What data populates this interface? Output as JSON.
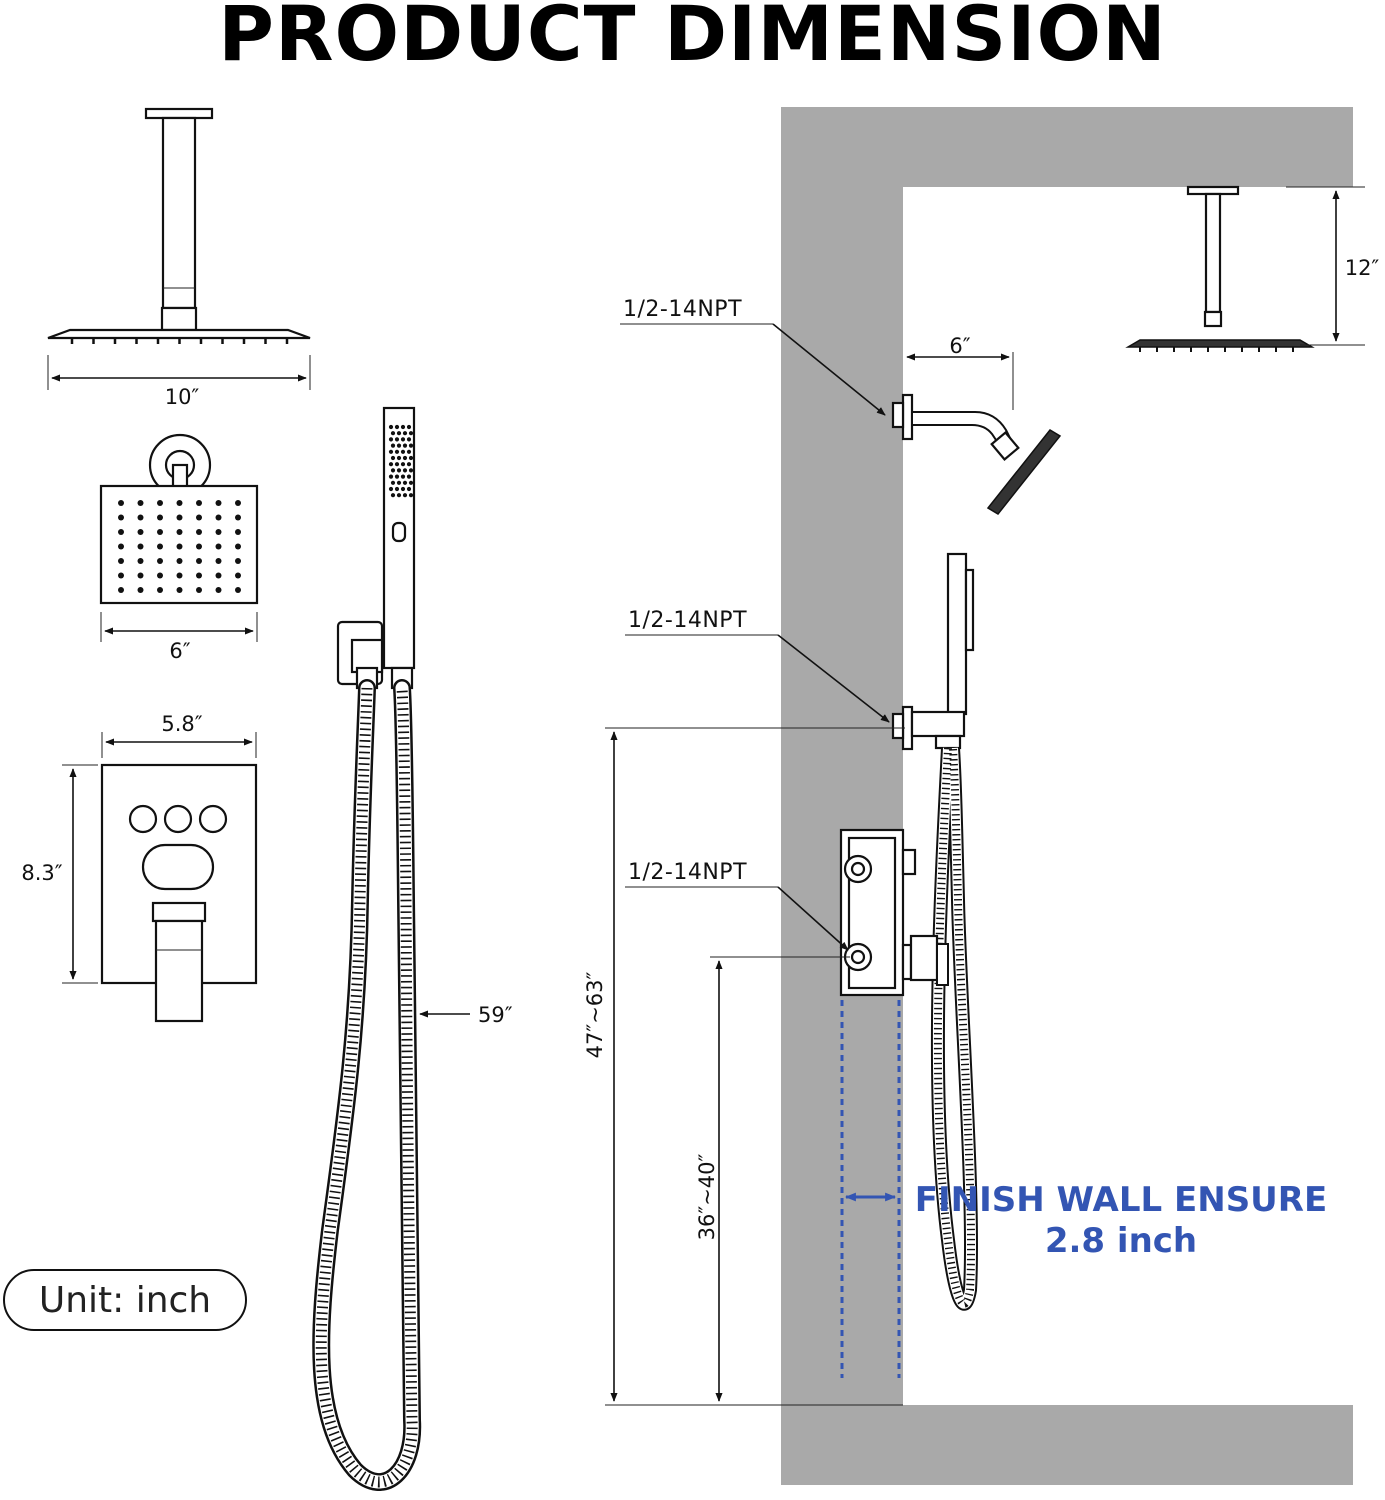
{
  "title": "PRODUCT DIMENSION",
  "colors": {
    "wall": "#a9a9a9",
    "finish_wall_accent": "#3355b3",
    "line": "#111111"
  },
  "dimensions": {
    "rain_head_width": "10″",
    "square_head_width": "6″",
    "valve_plate_width": "5.8″",
    "valve_plate_height": "8.3″",
    "hose_length": "59″",
    "ceiling_arm_drop": "12″",
    "wall_arm_reach": "6″",
    "holder_height": "47″~63″",
    "valve_height": "36″~40″"
  },
  "connections": {
    "top": "1/2-14NPT",
    "middle": "1/2-14NPT",
    "bottom": "1/2-14NPT"
  },
  "finish_wall": {
    "line1": "FINISH WALL ENSURE",
    "line2": "2.8 inch"
  },
  "unit_label": "Unit: inch"
}
